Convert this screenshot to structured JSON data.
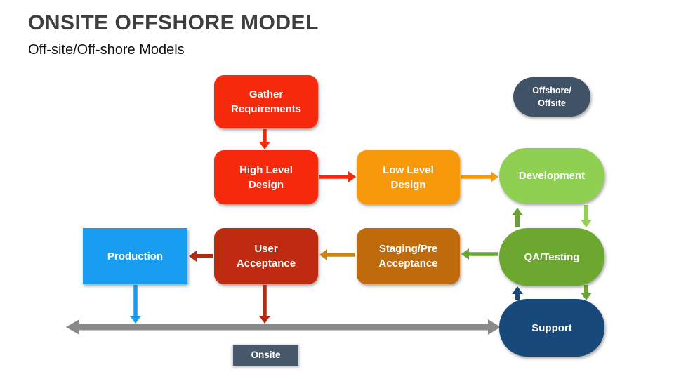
{
  "slide": {
    "title": "ONSITE OFFSHORE MODEL",
    "subtitle": "Off-site/Off-shore Models"
  },
  "nodes": {
    "gather_requirements": {
      "label": "Gather Requirements",
      "color": "#F6290C"
    },
    "offshore_offsite": {
      "label": "Offshore/Offsite",
      "color": "#3F5266"
    },
    "high_level_design": {
      "label": "High Level Design",
      "color": "#F6290C"
    },
    "low_level_design": {
      "label": "Low Level Design",
      "color": "#F8990B"
    },
    "development": {
      "label": "Development",
      "color": "#8FD052"
    },
    "production": {
      "label": "Production",
      "color": "#189CF0"
    },
    "user_acceptance": {
      "label": "User Acceptance",
      "color": "#BE2B11"
    },
    "staging_pre_acceptance": {
      "label": "Staging/Pre Acceptance",
      "color": "#BF6B0B"
    },
    "qa_testing": {
      "label": "QA/Testing",
      "color": "#6CA830"
    },
    "support": {
      "label": "Support",
      "color": "#17497B"
    },
    "onsite": {
      "label": "Onsite",
      "color": "#47596B"
    }
  },
  "arrow_colors": {
    "red": "#F6290C",
    "orange": "#F8990B",
    "dark_green": "#69A02E",
    "light_green": "#92D050",
    "green": "#68A72F",
    "gold": "#C8860B",
    "dark_red": "#B32B10",
    "navy": "#17497B",
    "blue": "#199BF0",
    "gray": "#898989"
  }
}
